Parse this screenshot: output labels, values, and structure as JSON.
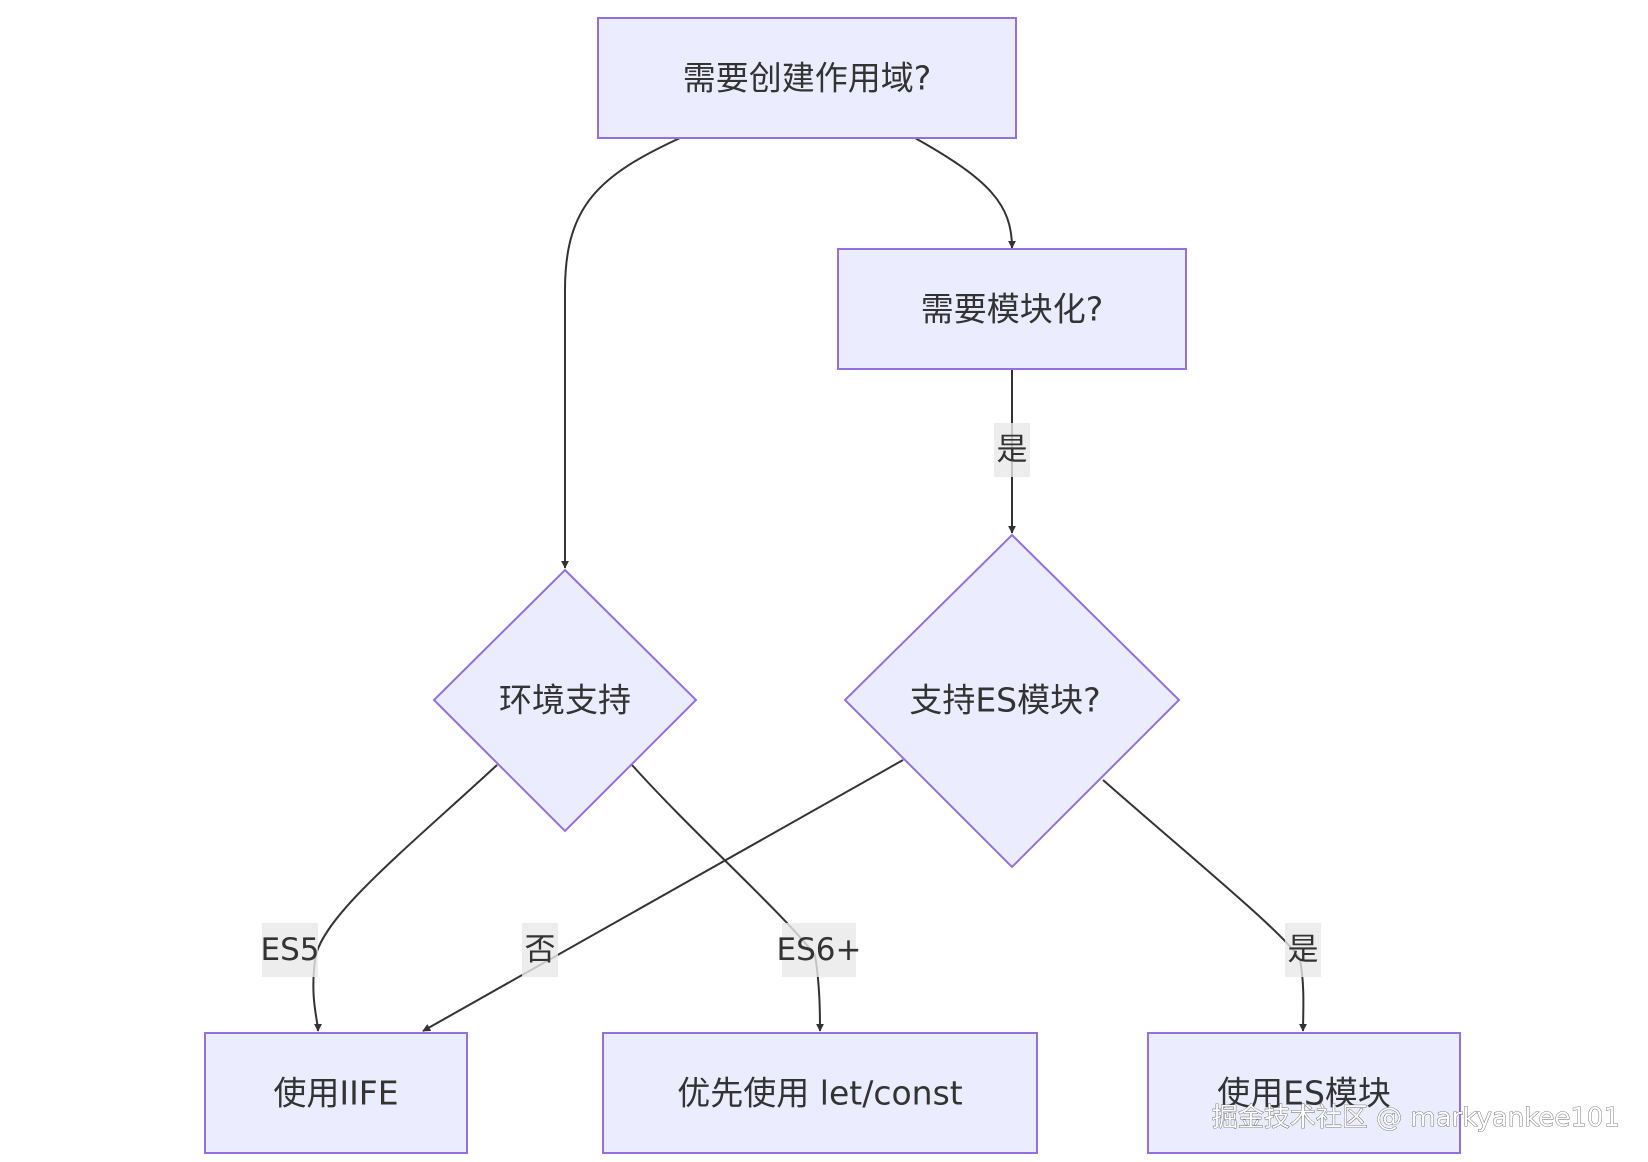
{
  "nodes": {
    "scope_question": "需要创建作用域?",
    "module_question": "需要模块化?",
    "env_support": "环境支持",
    "es_module_support": "支持ES模块?",
    "use_iife": "使用IIFE",
    "prefer_let_const": "优先使用 let/const",
    "use_es_module": "使用ES模块"
  },
  "edge_labels": {
    "module_yes": "是",
    "env_es5": "ES5",
    "esm_no": "否",
    "env_es6": "ES6+",
    "esm_yes": "是"
  },
  "watermark": "掘金技术社区 @ markyankee101"
}
